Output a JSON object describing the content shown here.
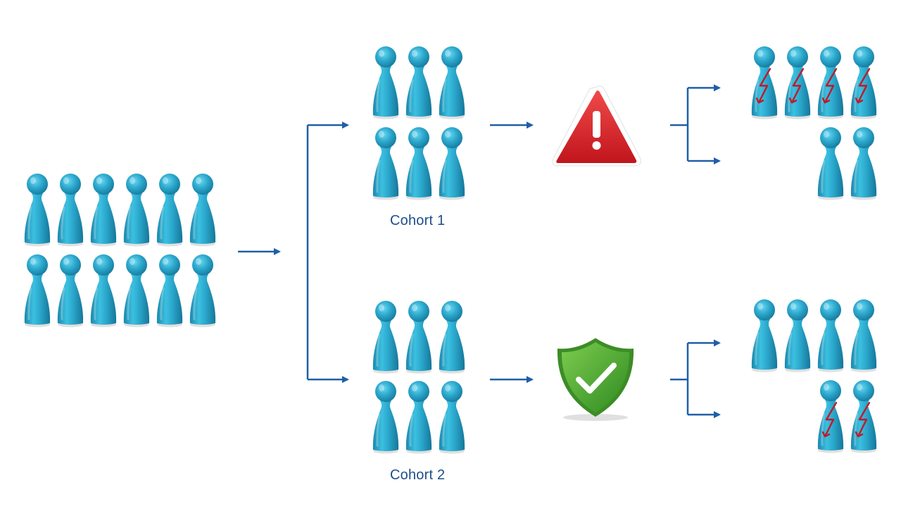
{
  "labels": {
    "cohort1": "Cohort 1",
    "cohort2": "Cohort 2"
  },
  "colors": {
    "pawn": "#2ba8cc",
    "arrow": "#1f5fa8",
    "label": "#1f4e8c",
    "warning": "#d9232a",
    "shield": "#4aa534",
    "affected_mark": "#c01a2a"
  },
  "icons": {
    "warning": "warning-triangle-icon",
    "shield": "shield-check-icon",
    "lightning": "lightning-icon"
  },
  "groups": {
    "population": {
      "count": 12
    },
    "cohort1": {
      "count": 6
    },
    "cohort2": {
      "count": 6
    },
    "outcome1": {
      "affected": 4,
      "unaffected": 2
    },
    "outcome2": {
      "affected": 2,
      "unaffected": 4
    }
  }
}
